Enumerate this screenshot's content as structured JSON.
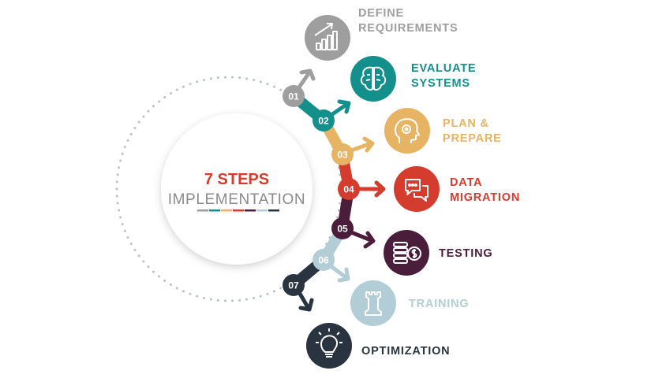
{
  "center": {
    "title": "7 STEPS",
    "subtitle": "IMPLEMENTATION",
    "title_color": "#d43c2e",
    "subtitle_color": "#8a8a8a"
  },
  "steps": [
    {
      "number": "01",
      "line1": "DEFINE",
      "line2": "REQUIREMENTS",
      "color": "#9e9e9e",
      "icon": "growth-chart-icon"
    },
    {
      "number": "02",
      "line1": "EVALUATE",
      "line2": "SYSTEMS",
      "color": "#138f8c",
      "icon": "brain-icon"
    },
    {
      "number": "03",
      "line1": "PLAN &",
      "line2": "PREPARE",
      "color": "#e6b463",
      "icon": "head-gear-icon"
    },
    {
      "number": "04",
      "line1": "DATA",
      "line2": "MIGRATION",
      "color": "#d43c2e",
      "icon": "chat-bubbles-icon"
    },
    {
      "number": "05",
      "line1": "TESTING",
      "line2": "",
      "color": "#4a1e3b",
      "icon": "coins-icon"
    },
    {
      "number": "06",
      "line1": "TRAINING",
      "line2": "",
      "color": "#b3cdd6",
      "icon": "chess-rook-icon"
    },
    {
      "number": "07",
      "line1": "OPTIMIZATION",
      "line2": "",
      "color": "#2a3340",
      "icon": "lightbulb-icon"
    }
  ]
}
